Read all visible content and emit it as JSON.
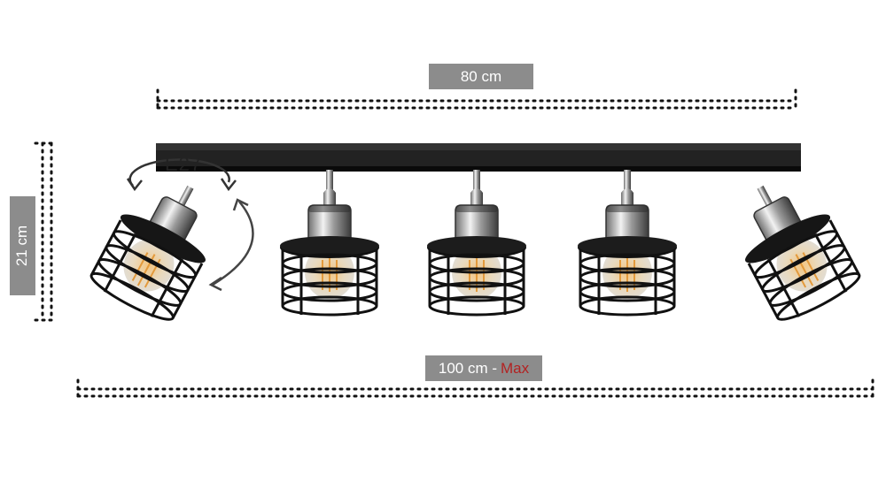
{
  "dimensions": {
    "width_label": "80 cm",
    "max_width_label": "100 cm - ",
    "max_suffix": "Max",
    "height_label": "21 cm"
  },
  "socket_label": "E27",
  "colors": {
    "label_bg": "#8c8c8c",
    "label_text": "#ffffff",
    "max_text": "#b22222",
    "metal_black": "#111111",
    "chrome": "#c8c8c8"
  },
  "lamps": [
    {
      "name": "lamp-1",
      "tilted": true
    },
    {
      "name": "lamp-2",
      "tilted": false
    },
    {
      "name": "lamp-3",
      "tilted": false
    },
    {
      "name": "lamp-4",
      "tilted": false
    },
    {
      "name": "lamp-5",
      "tilted": true
    }
  ]
}
